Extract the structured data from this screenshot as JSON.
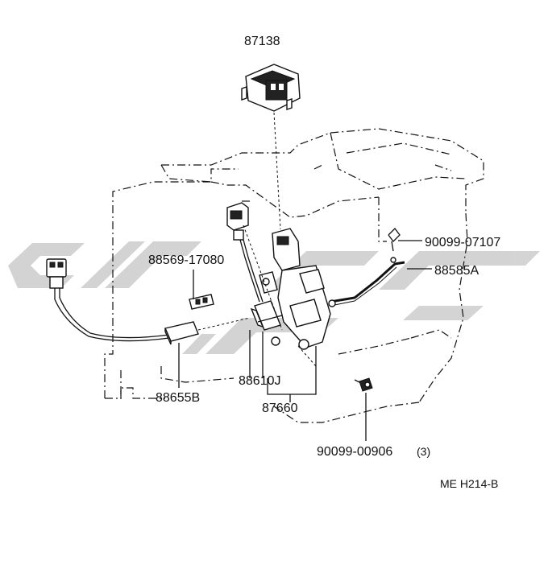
{
  "parts": {
    "p87138": "87138",
    "p90099_07107": "90099-07107",
    "p88569_17080": "88569-17080",
    "p88585A": "88585A",
    "p88610J": "88610J",
    "p88655B": "88655B",
    "p87660": "87660",
    "p90099_00906": "90099-00906",
    "qty_90099_00906": "(3)"
  },
  "diagram_code": "ME H214-B",
  "watermark": {
    "color": "#cfcfcf"
  }
}
